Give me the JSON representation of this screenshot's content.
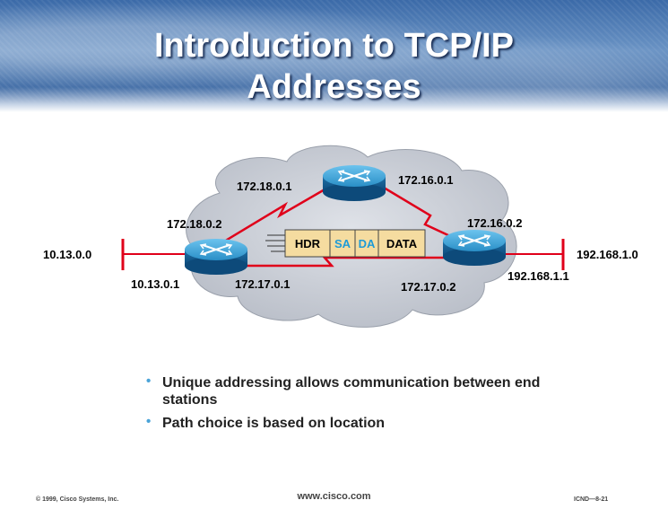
{
  "title": "Introduction to TCP/IP\nAddresses",
  "network": {
    "left_network": "10.13.0.0",
    "right_network": "192.168.1.0",
    "router_a": {
      "if_lan": "10.13.0.1",
      "if_top": "172.18.0.2",
      "if_bottom": "172.17.0.1"
    },
    "router_b": {
      "if_left": "172.18.0.1",
      "if_right": "172.16.0.1"
    },
    "router_c": {
      "if_top": "172.16.0.2",
      "if_bottom": "172.17.0.2",
      "if_lan": "192.168.1.1"
    }
  },
  "packet": {
    "fields": [
      "HDR",
      "SA",
      "DA",
      "DATA"
    ],
    "colors": {
      "body": "#f5dca0",
      "sa_da_text": "#1e9bd7",
      "text": "#000000"
    }
  },
  "bullets": [
    "Unique addressing allows communication between end stations",
    "Path choice is based on location"
  ],
  "footer": {
    "left": "© 1999, Cisco Systems, Inc.",
    "center": "www.cisco.com",
    "right": "ICND—8-21"
  },
  "colors": {
    "cloud": "#c8ccd4",
    "link": "#e0001a",
    "router": "#2a8fc7"
  }
}
